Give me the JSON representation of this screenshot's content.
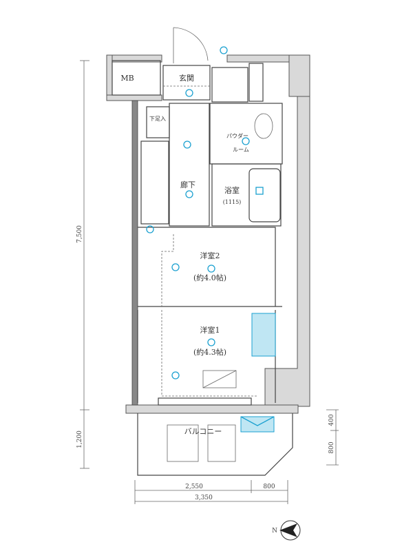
{
  "rooms": {
    "mb": "MB",
    "entrance": "玄関",
    "shoe_storage": "下足入",
    "hallway": "廊下",
    "powder_room_1": "パウダー",
    "powder_room_2": "ルーム",
    "bathroom": "浴室",
    "bathroom_size": "(1115)",
    "western_room_2": "洋室2",
    "western_room_2_size": "(約4.0帖)",
    "western_room_1": "洋室1",
    "western_room_1_size": "(約4.3帖)",
    "balcony": "バルコニー"
  },
  "dimensions": {
    "depth_main": "7,500",
    "depth_balcony": "1,200",
    "width_a": "2,550",
    "width_b": "800",
    "width_total": "3,350",
    "balcony_a": "400",
    "balcony_b": "800"
  },
  "compass": {
    "label": "N"
  },
  "colors": {
    "equipment": "#1aa0d0"
  }
}
